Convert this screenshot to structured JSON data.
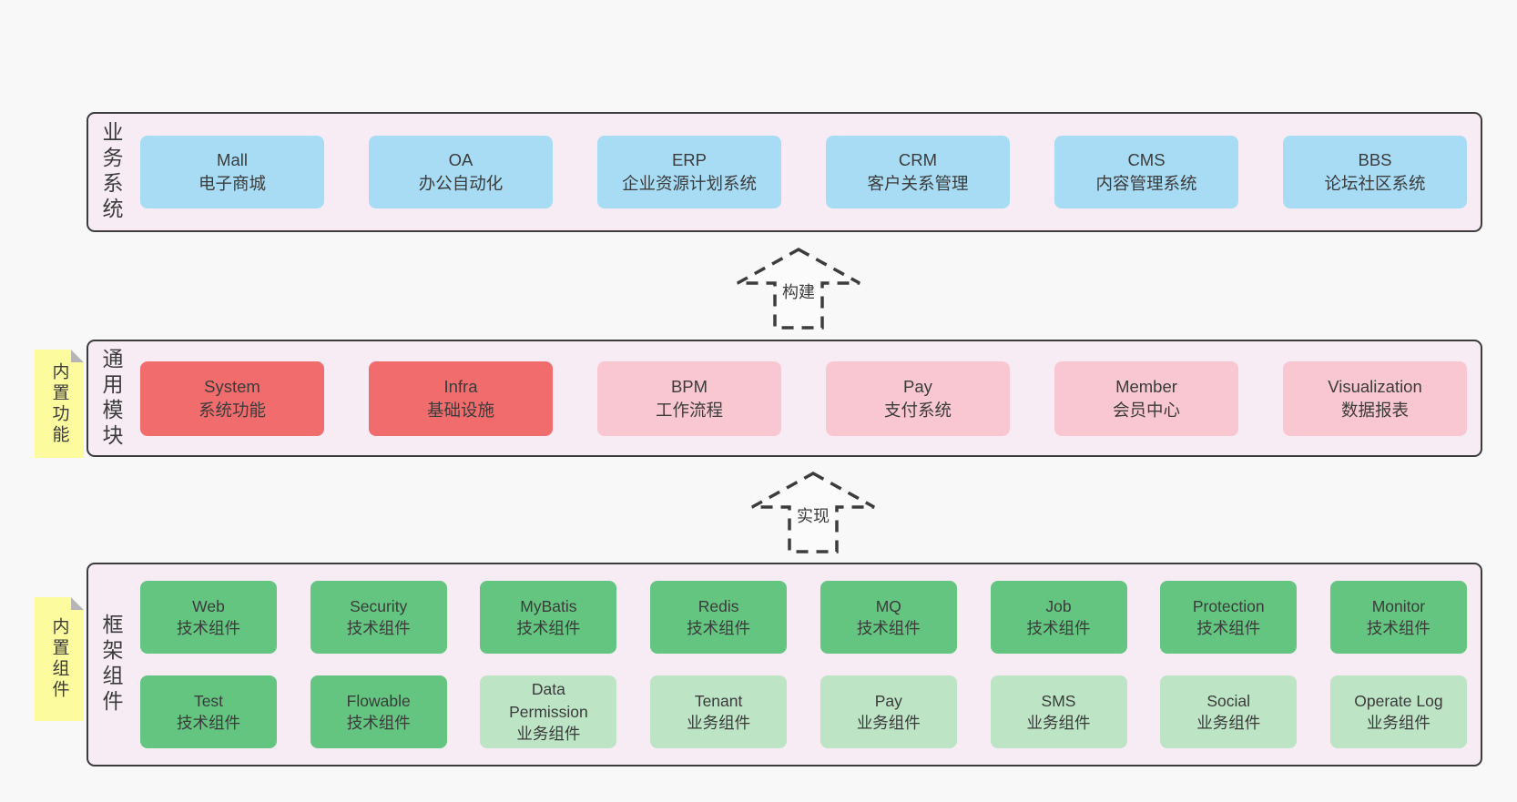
{
  "colors": {
    "page_bg": "#f8f8f8",
    "band_bg": "#f7ecf4",
    "band_border": "#3c3c3c",
    "blue": "#a8dcf4",
    "red": "#f16d6d",
    "pink": "#f9c7d2",
    "green": "#64c581",
    "light_green": "#bce4c5",
    "sticky_yellow": "#fcfc9f",
    "text": "#3b3b3b"
  },
  "arrows": [
    {
      "label": "构建"
    },
    {
      "label": "实现"
    }
  ],
  "bands": [
    {
      "label": "业务系统",
      "boxes": [
        {
          "name": "Mall",
          "desc": "电子商城",
          "variant": "blue"
        },
        {
          "name": "OA",
          "desc": "办公自动化",
          "variant": "blue"
        },
        {
          "name": "ERP",
          "desc": "企业资源计划系统",
          "variant": "blue"
        },
        {
          "name": "CRM",
          "desc": "客户关系管理",
          "variant": "blue"
        },
        {
          "name": "CMS",
          "desc": "内容管理系统",
          "variant": "blue"
        },
        {
          "name": "BBS",
          "desc": "论坛社区系统",
          "variant": "blue"
        }
      ]
    },
    {
      "label": "通用模块",
      "sticky": "内置功能",
      "boxes": [
        {
          "name": "System",
          "desc": "系统功能",
          "variant": "red"
        },
        {
          "name": "Infra",
          "desc": "基础设施",
          "variant": "red"
        },
        {
          "name": "BPM",
          "desc": "工作流程",
          "variant": "pink"
        },
        {
          "name": "Pay",
          "desc": "支付系统",
          "variant": "pink"
        },
        {
          "name": "Member",
          "desc": "会员中心",
          "variant": "pink"
        },
        {
          "name": "Visualization",
          "desc": "数据报表",
          "variant": "pink"
        }
      ]
    },
    {
      "label": "框架组件",
      "sticky": "内置组件",
      "rows": [
        [
          {
            "name": "Web",
            "desc": "技术组件",
            "variant": "green"
          },
          {
            "name": "Security",
            "desc": "技术组件",
            "variant": "green"
          },
          {
            "name": "MyBatis",
            "desc": "技术组件",
            "variant": "green"
          },
          {
            "name": "Redis",
            "desc": "技术组件",
            "variant": "green"
          },
          {
            "name": "MQ",
            "desc": "技术组件",
            "variant": "green"
          },
          {
            "name": "Job",
            "desc": "技术组件",
            "variant": "green"
          },
          {
            "name": "Protection",
            "desc": "技术组件",
            "variant": "green"
          },
          {
            "name": "Monitor",
            "desc": "技术组件",
            "variant": "green"
          }
        ],
        [
          {
            "name": "Test",
            "desc": "技术组件",
            "variant": "green"
          },
          {
            "name": "Flowable",
            "desc": "技术组件",
            "variant": "green"
          },
          {
            "name": "Data Permission",
            "desc": "业务组件",
            "variant": "lightgreen"
          },
          {
            "name": "Tenant",
            "desc": "业务组件",
            "variant": "lightgreen"
          },
          {
            "name": "Pay",
            "desc": "业务组件",
            "variant": "lightgreen"
          },
          {
            "name": "SMS",
            "desc": "业务组件",
            "variant": "lightgreen"
          },
          {
            "name": "Social",
            "desc": "业务组件",
            "variant": "lightgreen"
          },
          {
            "name": "Operate Log",
            "desc": "业务组件",
            "variant": "lightgreen"
          }
        ]
      ]
    }
  ]
}
